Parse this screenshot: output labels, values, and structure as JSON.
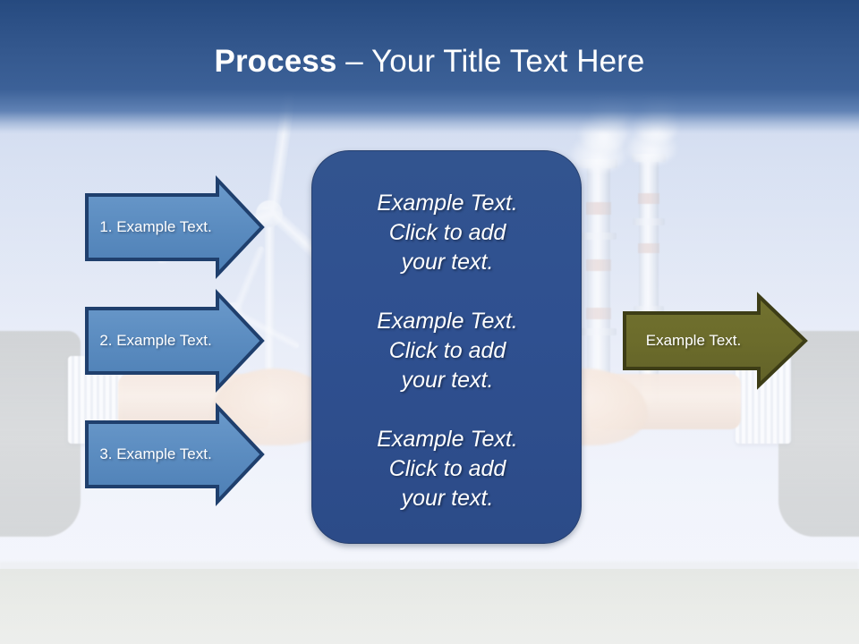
{
  "slide": {
    "title": {
      "bold_part": "Process",
      "rest_part": " – Your Title Text Here",
      "full": "Process – Your Title Text Here"
    },
    "theme": {
      "title_band_top": "#264a7f",
      "title_band_bottom": "#3c6198",
      "accent_blue_fill": "#5b8cc0",
      "accent_blue_border": "#1f3f6d",
      "center_box_fill": "#2f5090",
      "center_box_border": "#27406f",
      "olive_fill": "#6b6b2b",
      "olive_border": "#3d3d16",
      "text_color": "#ffffff"
    }
  },
  "left_arrows": [
    {
      "label": "1. Example Text."
    },
    {
      "label": "2. Example Text."
    },
    {
      "label": "3. Example Text."
    }
  ],
  "center_box": {
    "paragraphs": [
      "Example Text.\nClick  to add\nyour text.",
      "Example Text.\nClick  to add\nyour text.",
      "Example Text.\nClick  to add\nyour text."
    ]
  },
  "right_arrow": {
    "label": "Example Text."
  },
  "background": {
    "description_items": [
      "wind-turbine",
      "smokestack",
      "smoke-plume",
      "business-hands",
      "grass-field",
      "sky-gradient"
    ]
  }
}
